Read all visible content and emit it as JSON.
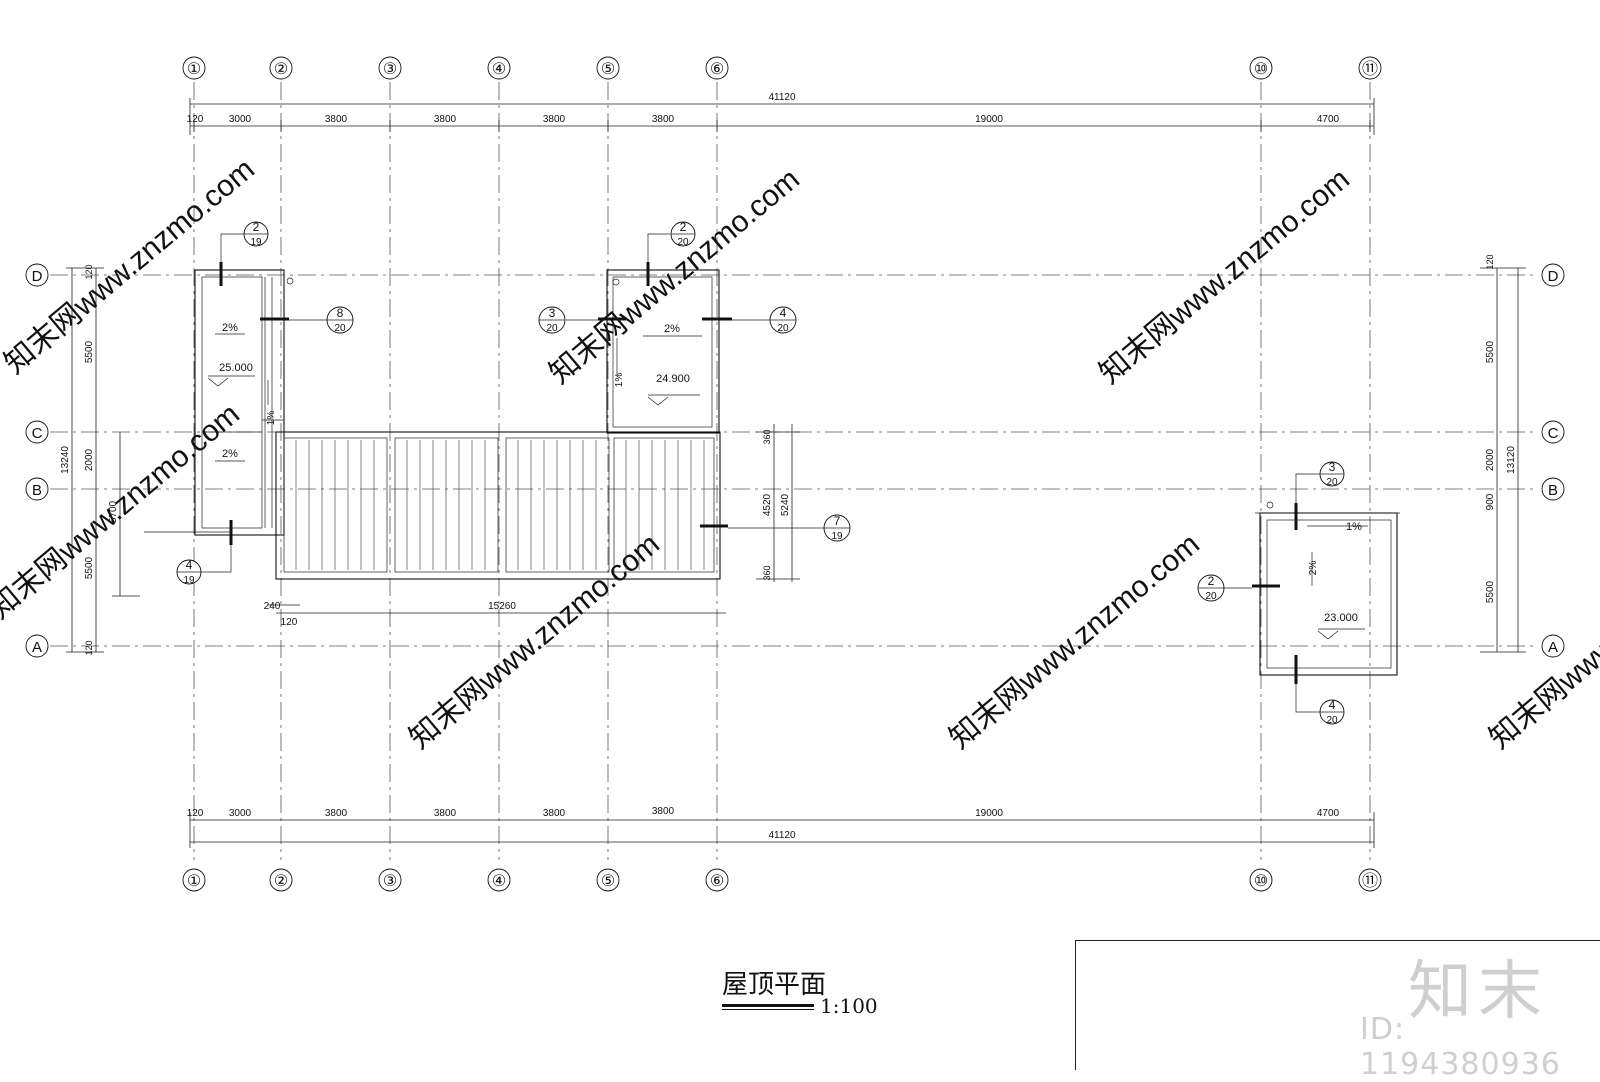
{
  "drawing": {
    "title": "屋顶平面",
    "scale": "1:100"
  },
  "axes": {
    "vertical": [
      {
        "label": "①"
      },
      {
        "label": "②"
      },
      {
        "label": "③"
      },
      {
        "label": "④"
      },
      {
        "label": "⑤"
      },
      {
        "label": "⑥"
      },
      {
        "label": "⑩"
      },
      {
        "label": "⑪"
      }
    ],
    "horizontal": [
      {
        "label": "D"
      },
      {
        "label": "C"
      },
      {
        "label": "B"
      },
      {
        "label": "A"
      }
    ]
  },
  "dimensions": {
    "top_total": "41120",
    "top_segments": [
      "120",
      "3000",
      "3800",
      "3800",
      "3800",
      "3800",
      "19000",
      "4700"
    ],
    "bottom_total": "41120",
    "bottom_segments": [
      "120",
      "3000",
      "3800",
      "3800",
      "3800",
      "3800",
      "19000",
      "4700"
    ],
    "left_outer": "13240",
    "left_segments": [
      "120",
      "5500",
      "2000",
      "5500",
      "120"
    ],
    "left_inner": "5700",
    "right_outer": "13120",
    "right_segments": [
      "120",
      "5500",
      "2000",
      "900",
      "5500"
    ],
    "canopy_width": "15260",
    "canopy_left_a": "240",
    "canopy_left_b": "120",
    "canopy_depth": "5240",
    "canopy_inner": "4520",
    "canopy_top": "360",
    "canopy_bottom": "360"
  },
  "elevations": {
    "left_room": "25.000",
    "middle_room": "24.900",
    "right_room": "23.000"
  },
  "slopes": {
    "left_upper": "2%",
    "left_lower": "2%",
    "left_vertical": "1%",
    "middle_horizontal": "2%",
    "middle_vertical": "1%",
    "right_horizontal": "1%",
    "right_vertical": "2%"
  },
  "detail_refs": [
    {
      "num": "2",
      "sheet": "19"
    },
    {
      "num": "8",
      "sheet": "20"
    },
    {
      "num": "4",
      "sheet": "19"
    },
    {
      "num": "2",
      "sheet": "20"
    },
    {
      "num": "3",
      "sheet": "20"
    },
    {
      "num": "4",
      "sheet": "20"
    },
    {
      "num": "7",
      "sheet": "19"
    },
    {
      "num": "3",
      "sheet": "20"
    },
    {
      "num": "2",
      "sheet": "20"
    },
    {
      "num": "4",
      "sheet": "20"
    }
  ],
  "watermark": {
    "text": "知末网www.znzmo.com",
    "logo": "知末",
    "id": "ID: 1194380936"
  }
}
